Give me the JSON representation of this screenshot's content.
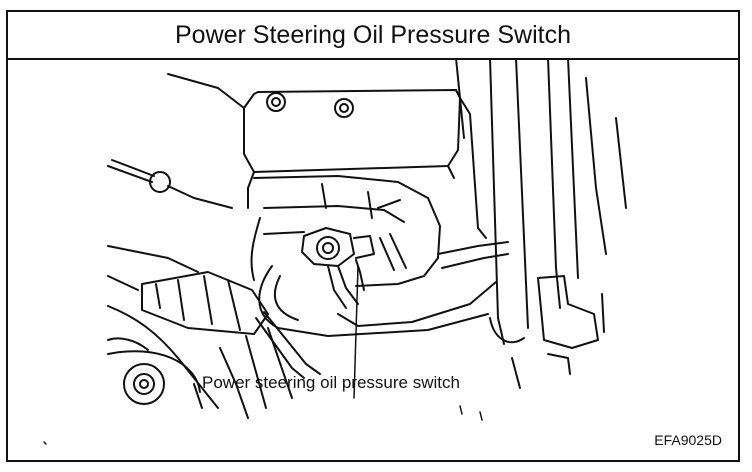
{
  "title": "Power Steering Oil Pressure Switch",
  "callout_label": "Power steering oil pressure switch",
  "figure_code": "EFA9025D",
  "colors": {
    "ink": "#111111",
    "paper": "#ffffff"
  }
}
